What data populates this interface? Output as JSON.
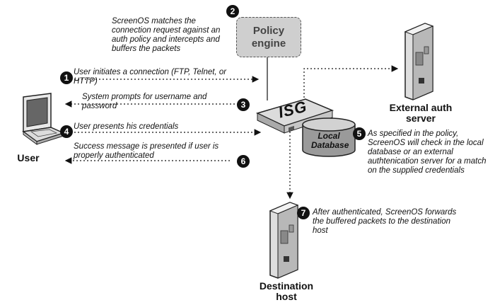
{
  "policy_engine": {
    "label": "Policy engine",
    "note": "ScreenOS matches the connection request against an auth policy and intercepts and buffers the packets"
  },
  "device": {
    "label": "ISG"
  },
  "database": {
    "label": "Local Database"
  },
  "nodes": {
    "user": "User",
    "external_auth": "External auth server",
    "destination": "Destination host"
  },
  "steps": [
    {
      "number": "1",
      "text": "User initiates a connection (FTP, Telnet, or HTTP)"
    },
    {
      "number": "2",
      "text": "ScreenOS matches the connection request against an auth policy and intercepts and buffers the packets"
    },
    {
      "number": "3",
      "text": "System prompts for username and password"
    },
    {
      "number": "4",
      "text": "User presents his credentials"
    },
    {
      "number": "5",
      "text": "As specified in the policy, ScreenOS will check in the local database or an external authtenication server for a match on the supplied credentials"
    },
    {
      "number": "6",
      "text": "Success message is presented if user is properly authenticated"
    },
    {
      "number": "7",
      "text": "After authenticated, ScreenOS forwards the buffered packets to the destination host"
    }
  ]
}
